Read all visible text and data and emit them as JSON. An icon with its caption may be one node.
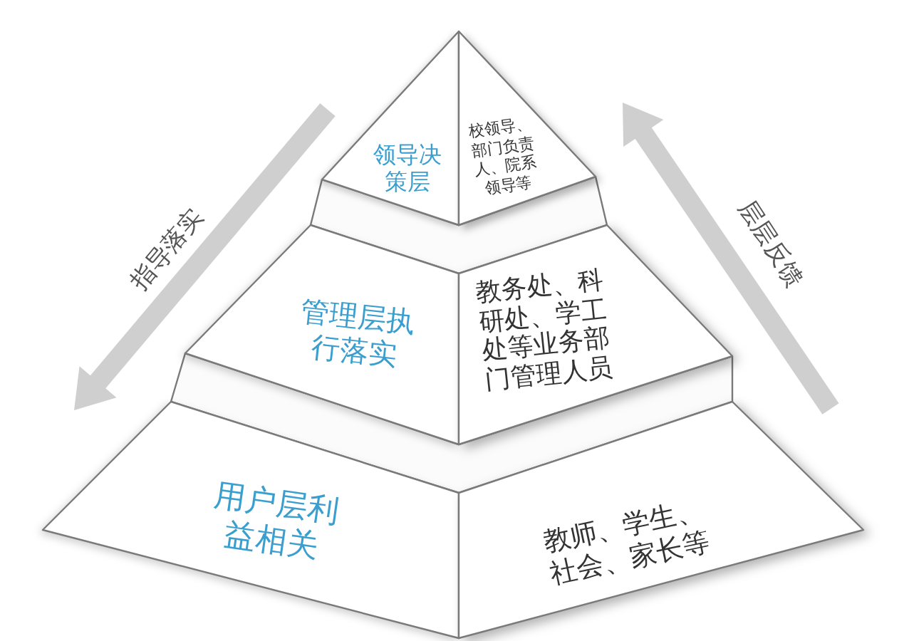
{
  "diagram": {
    "nodes": [
      {
        "text": [
          "领导决策层"
        ]
      },
      {
        "text": [
          "校领导、部门负责人、院系领导等"
        ]
      },
      {
        "text": [],
        "shape": "band"
      },
      {
        "text": [
          "管理层执行落实"
        ]
      },
      {
        "text": [
          "教务处、科研处、学工处等业务部门管理人员"
        ]
      },
      {
        "text": [],
        "shape": "band"
      },
      {
        "text": [
          "用户层利益相关"
        ]
      },
      {
        "text": [
          "教师、学生、社会、家长等"
        ]
      }
    ],
    "labels": [
      "指导落实",
      "层层反馈"
    ]
  }
}
